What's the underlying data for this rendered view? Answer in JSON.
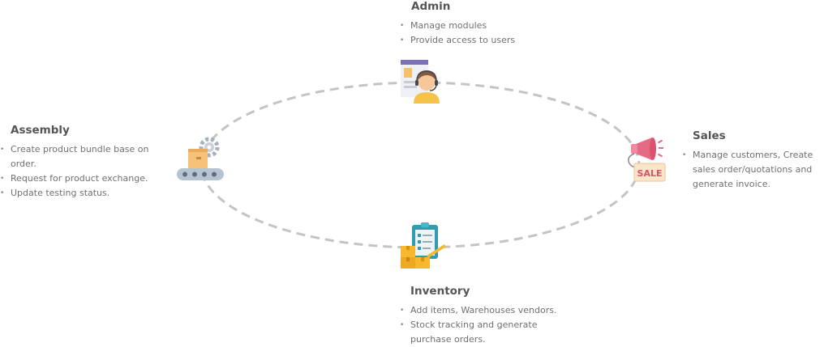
{
  "nodes": {
    "admin": {
      "title": "Admin",
      "bullets": [
        "Manage modules",
        "Provide access to users"
      ],
      "icon": "admin-support-icon"
    },
    "sales": {
      "title": "Sales",
      "bullets": [
        "Manage customers, Create sales order/quotations and generate invoice."
      ],
      "icon": "sale-megaphone-icon",
      "icon_text": "SALE"
    },
    "inventory": {
      "title": "Inventory",
      "bullets": [
        "Add items, Warehouses vendors.",
        "Stock tracking and generate purchase orders."
      ],
      "icon": "inventory-clipboard-icon"
    },
    "assembly": {
      "title": "Assembly",
      "bullets": [
        "Create product bundle base on order.",
        "Request for product exchange.",
        "Update testing status."
      ],
      "icon": "assembly-conveyor-icon"
    }
  },
  "colors": {
    "ring": "#c4c4c4",
    "title": "#555555",
    "text": "#707070"
  }
}
